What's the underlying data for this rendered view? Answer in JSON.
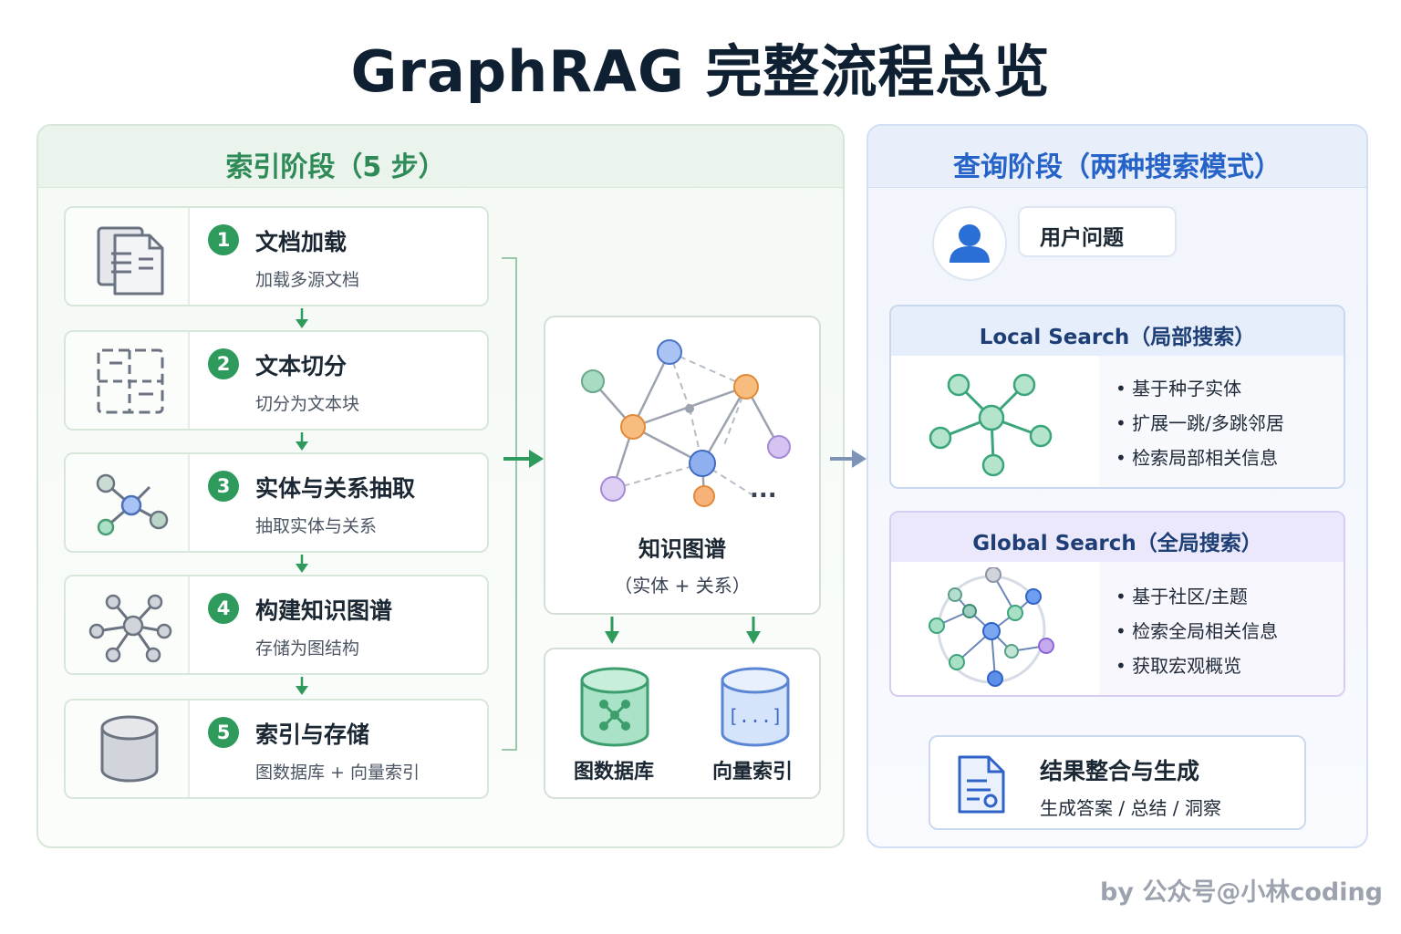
{
  "title": "GraphRAG 完整流程总览",
  "indexing": {
    "title": "索引阶段（5 步）",
    "steps": [
      {
        "num": "1",
        "name": "文档加载",
        "desc": "加载多源文档",
        "icon": "documents-icon"
      },
      {
        "num": "2",
        "name": "文本切分",
        "desc": "切分为文本块",
        "icon": "split-blocks-icon"
      },
      {
        "num": "3",
        "name": "实体与关系抽取",
        "desc": "抽取实体与关系",
        "icon": "entity-relation-icon"
      },
      {
        "num": "4",
        "name": "构建知识图谱",
        "desc": "存储为图结构",
        "icon": "graph-icon"
      },
      {
        "num": "5",
        "name": "索引与存储",
        "desc": "图数据库 + 向量索引",
        "icon": "database-icon"
      }
    ],
    "knowledge_graph": {
      "label": "知识图谱",
      "sub": "（实体 + 关系）",
      "ellipsis": "..."
    },
    "stores": [
      {
        "label": "图数据库",
        "icon": "graph-database-icon"
      },
      {
        "label": "向量索引",
        "icon": "vector-index-icon",
        "glyph": "[...]"
      }
    ]
  },
  "query": {
    "title": "查询阶段（两种搜索模式）",
    "question": "用户问题",
    "local": {
      "title": "Local Search（局部搜索）",
      "bullets": [
        "• 基于种子实体",
        "• 扩展一跳/多跳邻居",
        "• 检索局部相关信息"
      ]
    },
    "global": {
      "title": "Global Search（全局搜索）",
      "bullets": [
        "• 基于社区/主题",
        "• 检索全局相关信息",
        "• 获取宏观概览"
      ]
    },
    "result": {
      "title": "结果整合与生成",
      "desc": "生成答案 / 总结 / 洞察"
    }
  },
  "watermark": "by 公众号@小林coding",
  "colors": {
    "green": "#2e9a5c",
    "blue": "#2563c9",
    "orange": "#f5a55a",
    "purple": "#c9b3ee",
    "teal": "#9fd8bd"
  }
}
